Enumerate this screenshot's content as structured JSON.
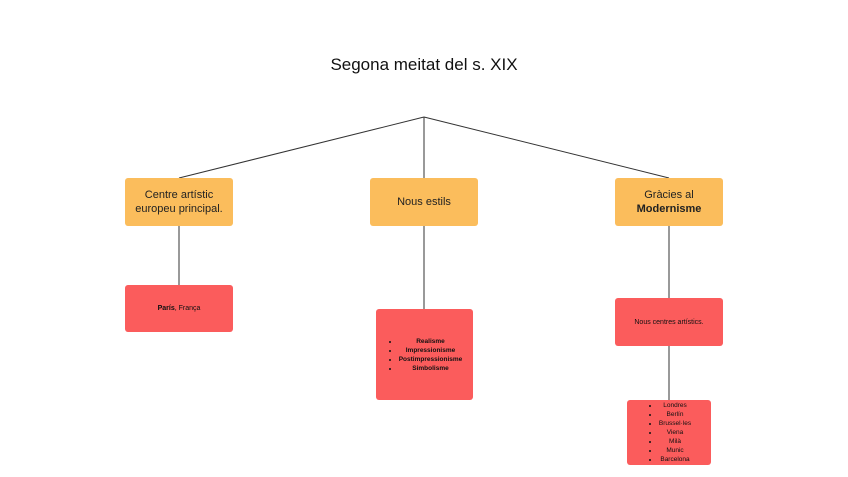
{
  "title": "Segona meitat del s. XIX",
  "branches": {
    "left": {
      "label": "Centre artístic europeu principal.",
      "child_bold": "París",
      "child_text": ", França"
    },
    "middle": {
      "label": "Nous estils",
      "child_items": [
        "Realisme",
        "Impressionisme",
        "Postimpressionisme",
        "Simbolisme"
      ]
    },
    "right": {
      "label_line1": "Gràcies al",
      "label_bold": "Modernisme",
      "child_text": "Nous centres artístics.",
      "grandchild_items": [
        "Londres",
        "Berlín",
        "Brussel·les",
        "Viena",
        "Milà",
        "Munic",
        "Barcelona"
      ]
    }
  },
  "colors": {
    "orange": "#fbbd5c",
    "red": "#fb5c5c",
    "line": "#333333"
  }
}
